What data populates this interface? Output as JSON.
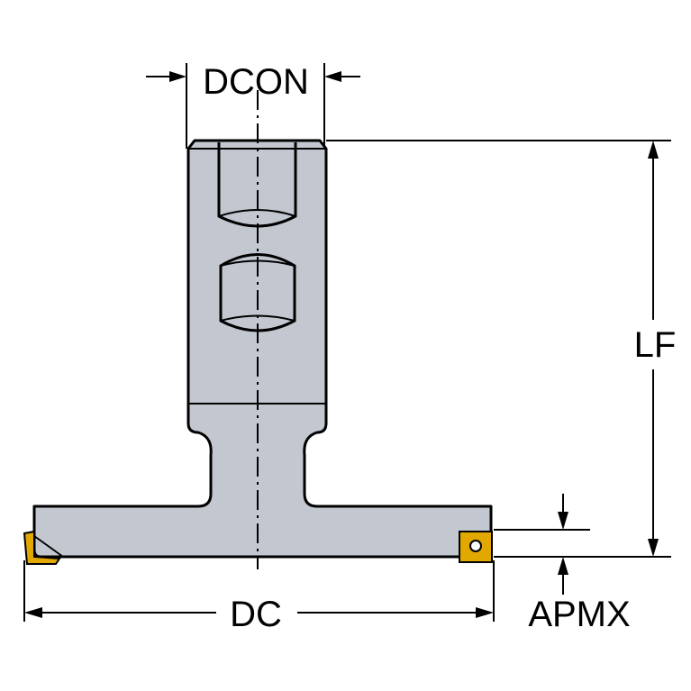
{
  "labels": {
    "dcon": "DCON",
    "lf": "LF",
    "dc": "DC",
    "apmx": "APMX"
  },
  "colors": {
    "body": "#c3c8d0",
    "outline": "#000000",
    "insert": "#e0a800",
    "background": "#ffffff"
  }
}
